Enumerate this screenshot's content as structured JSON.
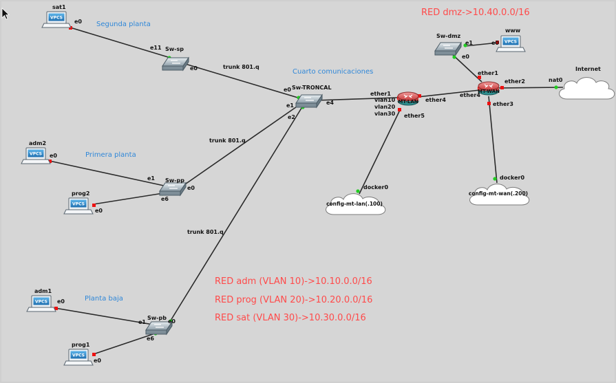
{
  "nodes": {
    "sat1": "sat1",
    "adm2": "adm2",
    "prog2": "prog2",
    "adm1": "adm1",
    "prog1": "prog1",
    "www": "www",
    "sw_sp": "Sw-sp",
    "sw_pp": "Sw-pp",
    "sw_pb": "Sw-pb",
    "sw_troncal": "Sw-TRONCAL",
    "sw_dmz": "Sw-dmz",
    "mt_lan": "MT-LAN",
    "mt_wan": "MT-WAN",
    "internet": "Internet",
    "config_lan": "config-mt-lan(.100)",
    "config_wan": "config-mt-wan(.200)",
    "vpcs_badge": "VPCS"
  },
  "areas": {
    "segunda": "Segunda planta",
    "primera": "Primera planta",
    "baja": "Planta baja",
    "cuarto": "Cuarto comunicaciones"
  },
  "networks": {
    "dmz": "RED dmz->10.40.0.0/16",
    "adm": "RED adm (VLAN 10)->10.10.0.0/16",
    "prog": "RED prog (VLAN 20)->10.20.0.0/16",
    "sat": "RED sat (VLAN 30)->10.30.0.0/16"
  },
  "links": {
    "trunk": "trunk 801.q"
  },
  "ports": {
    "sat1_e0": "e0",
    "sp_e11": "e11",
    "sp_e0": "e0",
    "tr_e0": "e0",
    "tr_e1": "e1",
    "tr_e2": "e2",
    "tr_e4": "e4",
    "adm2_e0": "e0",
    "pp_e1": "e1",
    "pp_e0": "e0",
    "pp_e6": "e6",
    "prog2_e0": "e0",
    "adm1_e0": "e0",
    "pb_e1": "e1",
    "pb_e0": "e0",
    "pb_e6": "e6",
    "prog1_e0": "e0",
    "lan_ether1": "ether1",
    "lan_vlan10": "vlan10",
    "lan_vlan20": "vlan20",
    "lan_vlan30": "vlan30",
    "lan_ether4": "ether4",
    "lan_ether5": "ether5",
    "wan_ether4": "ether4",
    "wan_ether1": "ether1",
    "wan_ether2": "ether2",
    "wan_ether3": "ether3",
    "dmz_e0": "e0",
    "dmz_e1": "e1",
    "www_e0": "e0",
    "nat0": "nat0",
    "docker_lan": "docker0",
    "docker_wan": "docker0"
  },
  "colors": {
    "background": "#d6d6d6",
    "area_label": "#2f87d8",
    "network_label": "#ff4a4a",
    "link_up": "#22cc22",
    "link_down": "#ee1111"
  }
}
